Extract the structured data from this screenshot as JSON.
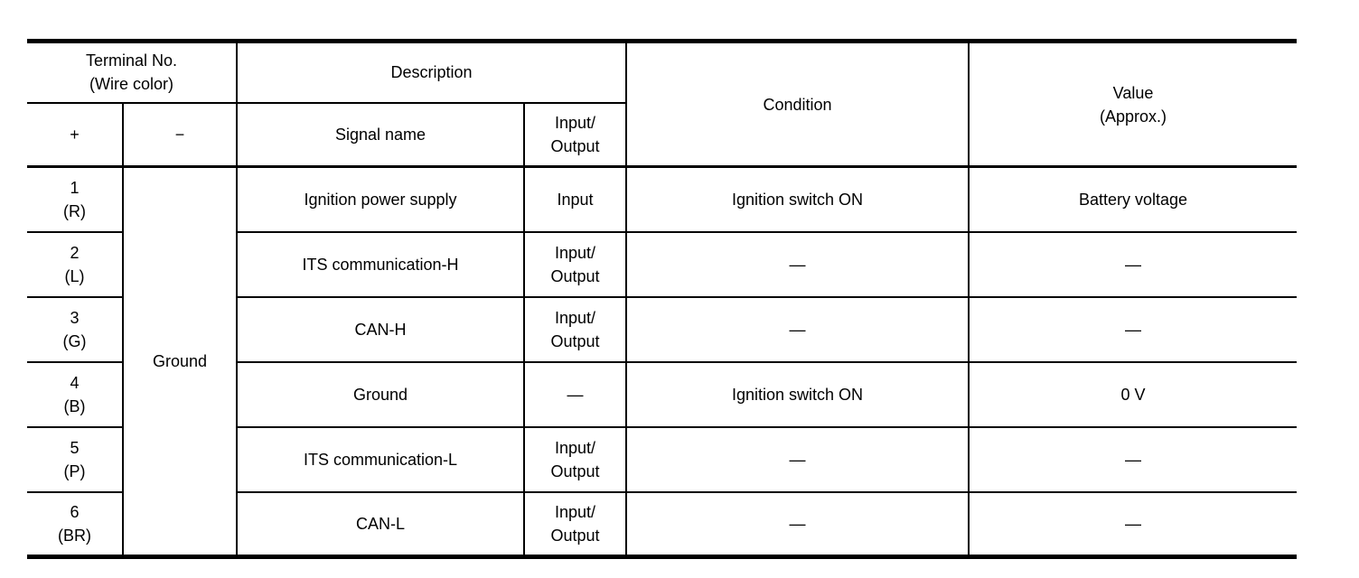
{
  "table": {
    "header": {
      "terminal_group": "Terminal No.\n(Wire color)",
      "description_group": "Description",
      "condition": "Condition",
      "value": "Value\n(Approx.)",
      "plus": "+",
      "minus": "−",
      "signal_name": "Signal name",
      "input_output": "Input/\nOutput"
    },
    "ground_label": "Ground",
    "rows": [
      {
        "terminal": "1\n(R)",
        "signal": "Ignition power supply",
        "io": "Input",
        "condition": "Ignition switch ON",
        "value": "Battery voltage"
      },
      {
        "terminal": "2\n(L)",
        "signal": "ITS communication-H",
        "io": "Input/\nOutput",
        "condition": "—",
        "value": "—"
      },
      {
        "terminal": "3\n(G)",
        "signal": "CAN-H",
        "io": "Input/\nOutput",
        "condition": "—",
        "value": "—"
      },
      {
        "terminal": "4\n(B)",
        "signal": "Ground",
        "io": "—",
        "condition": "Ignition switch ON",
        "value": "0 V"
      },
      {
        "terminal": "5\n(P)",
        "signal": "ITS communication-L",
        "io": "Input/\nOutput",
        "condition": "—",
        "value": "—"
      },
      {
        "terminal": "6\n(BR)",
        "signal": "CAN-L",
        "io": "Input/\nOutput",
        "condition": "—",
        "value": "—"
      }
    ],
    "colors": {
      "border": "#000000",
      "text": "#000000",
      "background": "#ffffff"
    }
  }
}
